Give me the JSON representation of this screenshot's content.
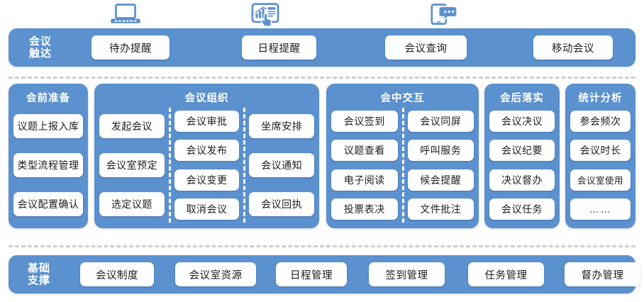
{
  "colors": {
    "brand_blue": "#5b91cf",
    "pill_white": "#ffffff",
    "separator_gray": "#cfcfcf",
    "text_dark": "#1d1d1d"
  },
  "top_icons": [
    {
      "name": "laptop-icon",
      "label": "laptop"
    },
    {
      "name": "tablet-dashboard-touch-icon",
      "label": "tablet-dashboard"
    },
    {
      "name": "mobile-chat-icon",
      "label": "mobile-chat"
    }
  ],
  "top_band": {
    "label_line1": "会议",
    "label_line2": "触达",
    "items": [
      {
        "label": "待办提醒"
      },
      {
        "label": "日程提醒"
      },
      {
        "label": "会议查询"
      },
      {
        "label": "移动会议"
      }
    ]
  },
  "middle": {
    "panels": [
      {
        "title": "会前准备",
        "columns": [
          {
            "items": [
              "议题上报入库",
              "类型流程管理",
              "会议配置确认"
            ]
          }
        ]
      },
      {
        "title": "会议组织",
        "columns": [
          {
            "items": [
              "发起会议",
              "会议室预定",
              "选定议题"
            ]
          },
          {
            "items": [
              "会议审批",
              "会议发布",
              "会议变更",
              "取消会议"
            ]
          },
          {
            "items": [
              "坐席安排",
              "会议通知",
              "会议回执"
            ]
          }
        ]
      },
      {
        "title": "会中交互",
        "columns": [
          {
            "items": [
              "会议签到",
              "议题查看",
              "电子阅读",
              "投票表决"
            ]
          },
          {
            "items": [
              "会议同屏",
              "呼叫服务",
              "候会提醒",
              "文件批注"
            ]
          }
        ]
      },
      {
        "title": "会后落实",
        "columns": [
          {
            "items": [
              "会议决议",
              "会议纪要",
              "决议督办",
              "会议任务"
            ]
          }
        ]
      },
      {
        "title": "统计分析",
        "columns": [
          {
            "items": [
              "参会频次",
              "会议时长",
              "会议室使用",
              "……"
            ]
          }
        ]
      }
    ]
  },
  "bottom_band": {
    "label_line1": "基础",
    "label_line2": "支撑",
    "items": [
      {
        "label": "会议制度"
      },
      {
        "label": "会议室资源"
      },
      {
        "label": "日程管理"
      },
      {
        "label": "签到管理"
      },
      {
        "label": "任务管理"
      },
      {
        "label": "督办管理"
      }
    ]
  }
}
